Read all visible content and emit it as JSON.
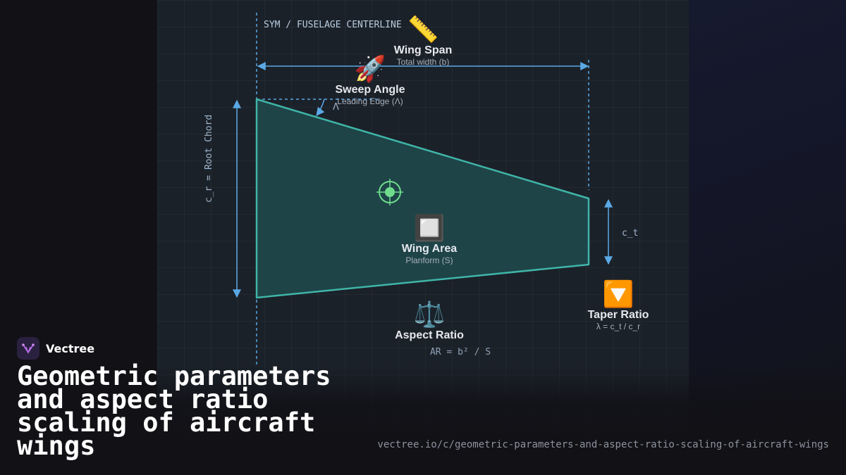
{
  "diagram": {
    "centerline_label": "SYM / FUSELAGE CENTERLINE",
    "root_chord_label": "c_r = Root Chord",
    "tip_chord_label": "c_t",
    "sweep_symbol": "Λ",
    "ar_formula": "AR = b² / S",
    "items": [
      {
        "id": "span",
        "icon": "ruler-icon",
        "glyph": "📏",
        "title": "Wing Span",
        "subtitle": "Total width (b)"
      },
      {
        "id": "sweep",
        "icon": "rocket-icon",
        "glyph": "🚀",
        "title": "Sweep Angle",
        "subtitle": "Leading Edge (Λ)"
      },
      {
        "id": "area",
        "icon": "square-icon",
        "glyph": "🔲",
        "title": "Wing Area",
        "subtitle": "Planform (S)"
      },
      {
        "id": "aspect",
        "icon": "scales-icon",
        "glyph": "⚖️",
        "title": "Aspect Ratio",
        "subtitle": ""
      },
      {
        "id": "taper",
        "icon": "down-triangle-icon",
        "glyph": "🔽",
        "title": "Taper Ratio",
        "subtitle": "λ = c_t / c_r"
      }
    ],
    "colors": {
      "wing_fill": "#1f4a4e",
      "wing_stroke": "#3fb5a8",
      "dimension": "#5aa9e6",
      "centroid": "#6fdc8c"
    }
  },
  "brand": {
    "name": "Vectree"
  },
  "title": "Geometric parameters and aspect ratio scaling of aircraft wings",
  "url": "vectree.io/c/geometric-parameters-and-aspect-ratio-scaling-of-aircraft-wings"
}
